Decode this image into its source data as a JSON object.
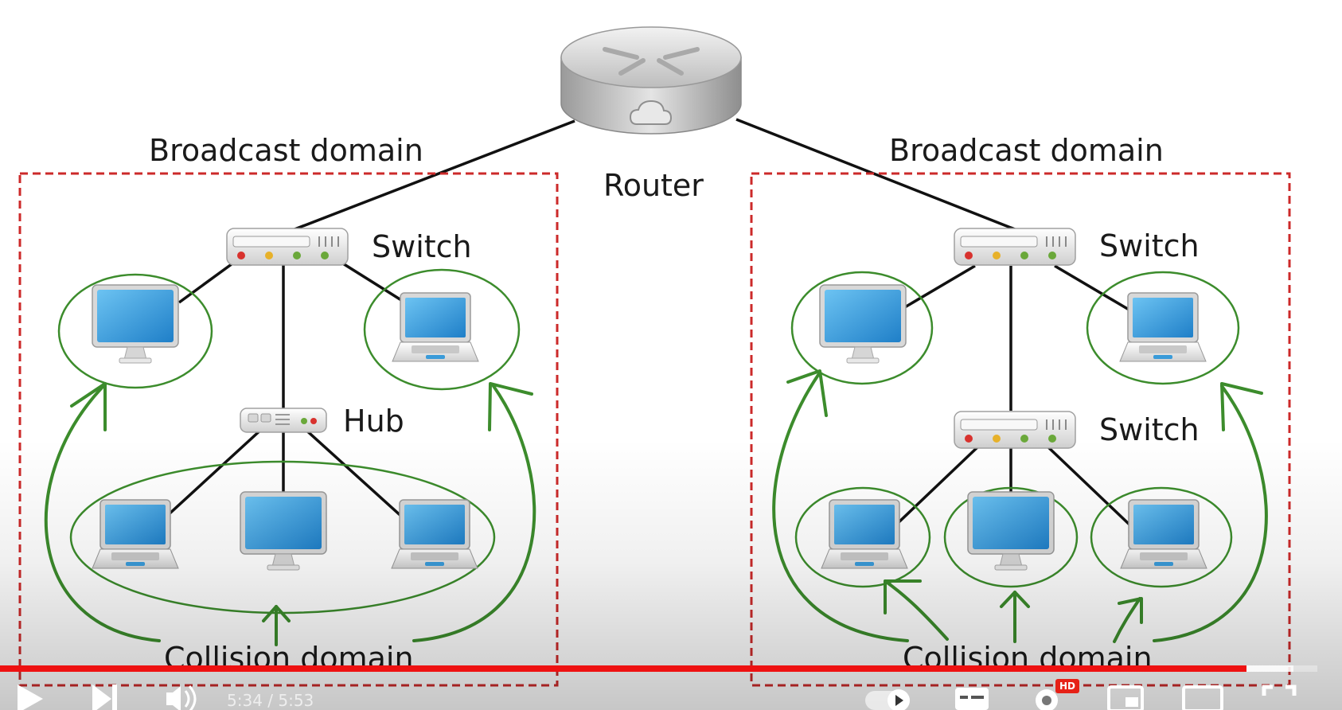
{
  "diagram": {
    "router_label": "Router",
    "left": {
      "broadcast_label": "Broadcast domain",
      "switch_label": "Switch",
      "hub_label": "Hub",
      "collision_label": "Collision domain"
    },
    "right": {
      "broadcast_label": "Broadcast domain",
      "switch_top_label": "Switch",
      "switch_bottom_label": "Switch",
      "collision_label": "Collision domain"
    },
    "colors": {
      "broadcast_border": "#cc2a2a",
      "collision_ring": "#3c8c2c",
      "link": "#111111",
      "screen": "#3a9bd9"
    }
  },
  "player": {
    "time_text": "5:34 / 5:53",
    "progress": 0.946,
    "buffered": 0.982,
    "quality_badge": "HD",
    "accent": "#ee1111",
    "icons": [
      "play-icon",
      "next-icon",
      "volume-icon",
      "autoplay-toggle-icon",
      "subtitles-icon",
      "settings-icon",
      "miniplayer-icon",
      "theater-icon",
      "fullscreen-icon"
    ]
  }
}
